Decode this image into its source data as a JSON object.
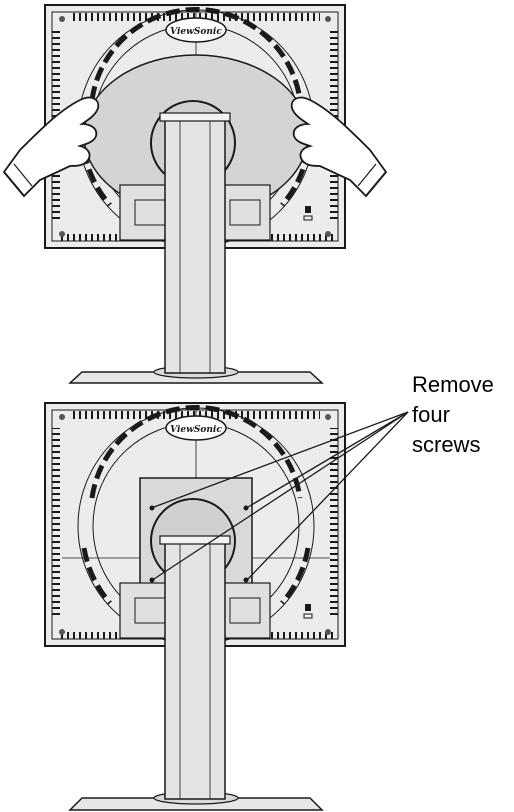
{
  "figures": [
    {
      "id": "monitor-back-hands",
      "logo_text": "ViewSonic"
    },
    {
      "id": "monitor-back-screws",
      "logo_text": "ViewSonic"
    }
  ],
  "callout": {
    "lines": [
      "Remove",
      "four",
      "screws"
    ]
  },
  "colors": {
    "line": "#1a1a1a",
    "panel": "#ececec",
    "shade": "#c8c8c8",
    "background": "#ffffff"
  }
}
